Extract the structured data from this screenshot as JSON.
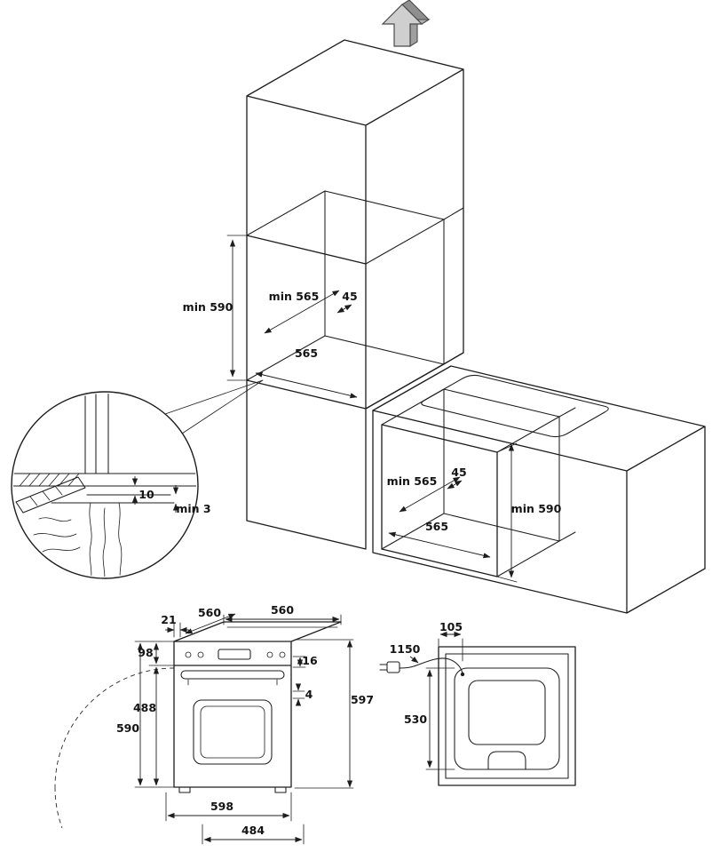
{
  "figure": {
    "background_color": "#ffffff",
    "line_color": "#1d1d1d",
    "arrow_fill_color": "#cfcfcf",
    "icons": {
      "vent_arrow": "up-arrow"
    }
  },
  "column_niche": {
    "height": "min 590",
    "depth": "min 565",
    "rear_gap": "45",
    "width": "565"
  },
  "base_niche": {
    "depth": "min 565",
    "rear_gap": "45",
    "width": "565",
    "height": "min 590"
  },
  "detail": {
    "top_gap": "10",
    "bottom_gap": "min 3"
  },
  "oven_front": {
    "top_offset": "21",
    "depth_top": "560",
    "width_top": "560",
    "panel_height": "98",
    "handle_clearance": "16",
    "door_gap": "4",
    "door_height": "488",
    "body_height": "590",
    "total_height": "597",
    "width_bottom": "598",
    "depth_bottom": "484"
  },
  "oven_rear": {
    "cable_offset": "105",
    "cable_length": "1150",
    "panel_height": "530"
  }
}
